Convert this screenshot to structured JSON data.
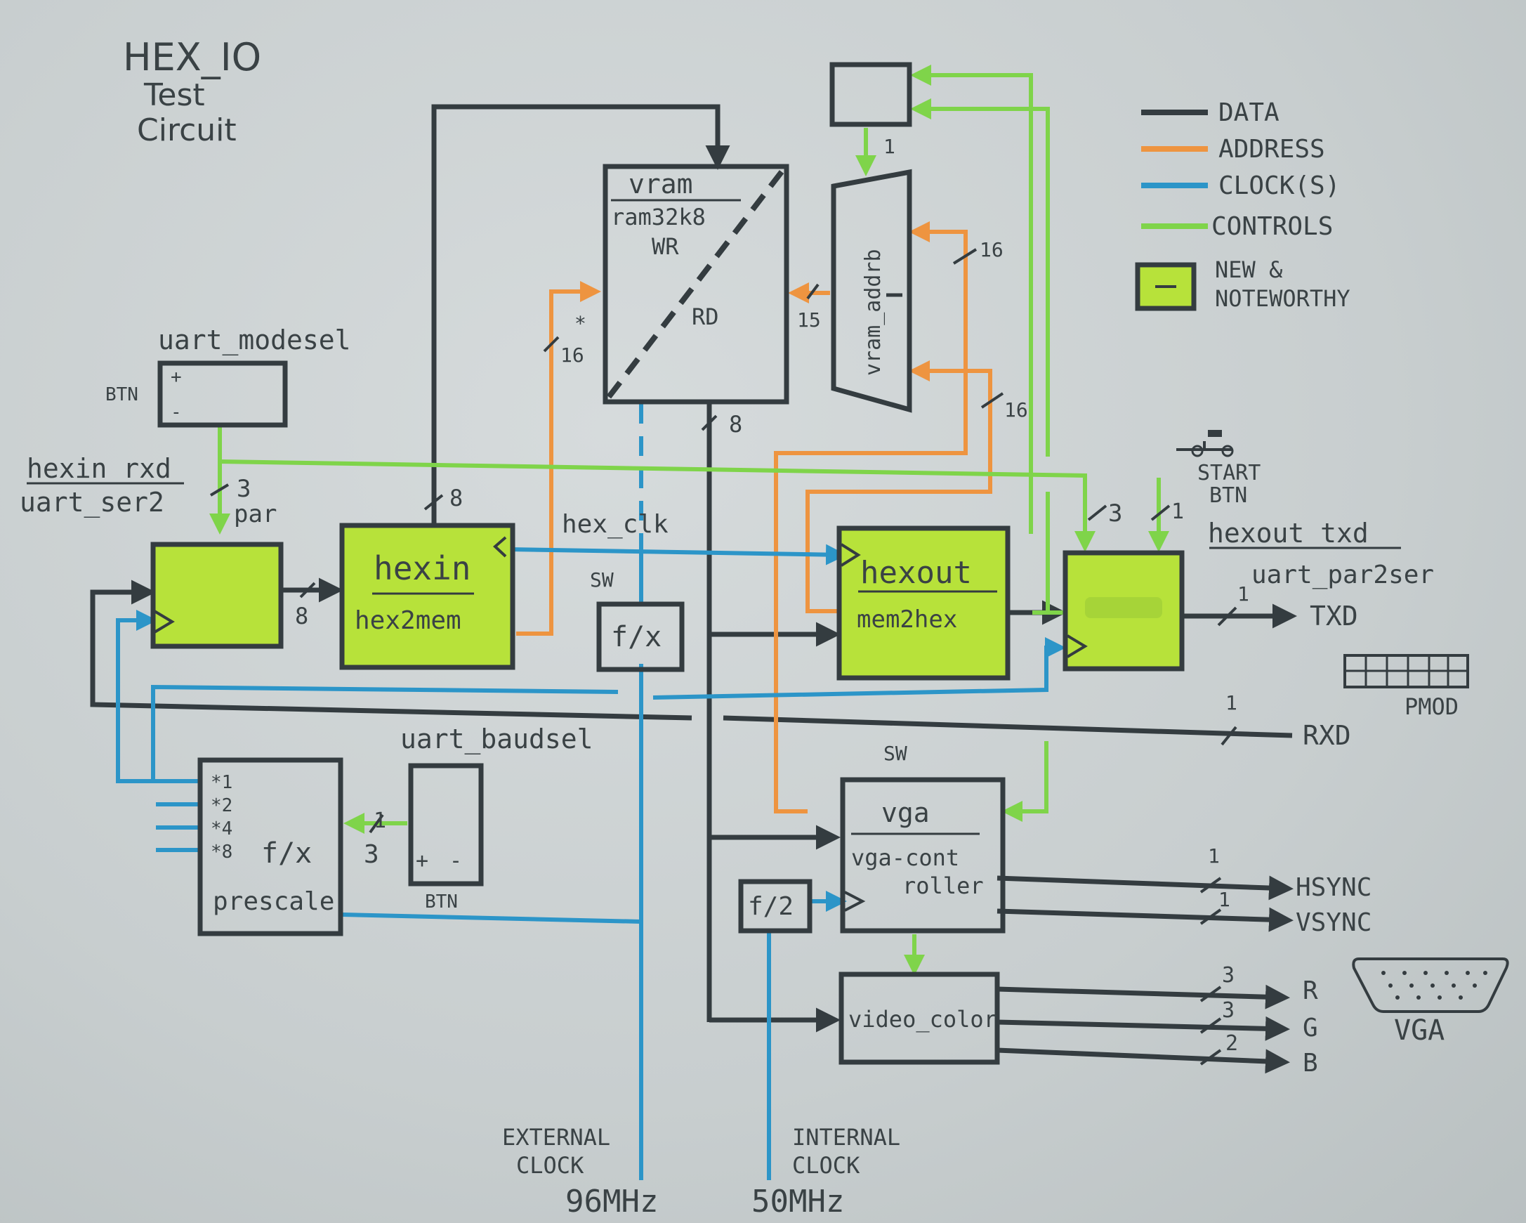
{
  "title": {
    "line1": "HEX_IO",
    "line2": "Test",
    "line3": "Circuit"
  },
  "legend": {
    "data": "DATA",
    "address": "ADDRESS",
    "clocks": "CLOCK(S)",
    "controls": "CONTROLS",
    "new_line1": "NEW &",
    "new_line2": "NOTEWORTHY"
  },
  "colors": {
    "data": "#343c40",
    "address": "#ee9440",
    "clock": "#2c95c8",
    "control": "#7fd44a",
    "new": "#b7e23a"
  },
  "blocks": {
    "uart_modesel": {
      "name": "uart_modesel",
      "btn": "BTN",
      "plus": "+",
      "minus": "-"
    },
    "uart_ser2": {
      "name1": "hexin_rxd",
      "name2": "uart_ser2",
      "bits": "3",
      "par": "par"
    },
    "hexin": {
      "name": "hexin",
      "sub": "hex2mem"
    },
    "vram": {
      "name": "vram",
      "sub": "ram32k8",
      "wr": "WR",
      "rd": "RD"
    },
    "vram_addrb": {
      "name": "vram_addrb"
    },
    "hexout": {
      "name": "hexout",
      "sub": "mem2hex"
    },
    "uart_par2ser": {
      "name1": "hexout_txd",
      "name2": "uart_par2ser",
      "bits3": "3",
      "bits1": "1"
    },
    "start_btn": {
      "line1": "START",
      "line2": "BTN"
    },
    "fx_sw": {
      "sw": "SW",
      "label": "f/x"
    },
    "prescale": {
      "x1": "*1",
      "x2": "*2",
      "x4": "*4",
      "x8": "*8",
      "fx": "f/x",
      "name": "prescale"
    },
    "uart_baudsel": {
      "name": "uart_baudsel",
      "btn": "BTN",
      "plus": "+",
      "minus": "-",
      "bits": "3",
      "one": "1"
    },
    "vga": {
      "sw": "SW",
      "name": "vga",
      "sub1": "vga-cont",
      "sub2": "roller"
    },
    "f2": {
      "label": "f/2"
    },
    "video_color": {
      "name": "video_color"
    }
  },
  "signals": {
    "hex_clk": "hex_clk",
    "txd": "TXD",
    "rxd": "RXD",
    "hsync": "HSYNC",
    "vsync": "VSYNC",
    "r": "R",
    "g": "G",
    "b": "B",
    "pmod": "PMOD",
    "vga_conn": "VGA"
  },
  "widths": {
    "w8a": "8",
    "w8b": "8",
    "w8c": "8",
    "w16a": "16",
    "w16star": "*",
    "w15": "15",
    "w1a": "1",
    "w16b": "16",
    "w16c": "16",
    "txd1": "1",
    "rxd1": "1",
    "hs1": "1",
    "vs1": "1",
    "r3": "3",
    "g3": "3",
    "b2": "2"
  },
  "clocks": {
    "ext1": "EXTERNAL",
    "ext2": "CLOCK",
    "ext3": "96MHz",
    "int1": "INTERNAL",
    "int2": "CLOCK",
    "int3": "50MHz"
  }
}
